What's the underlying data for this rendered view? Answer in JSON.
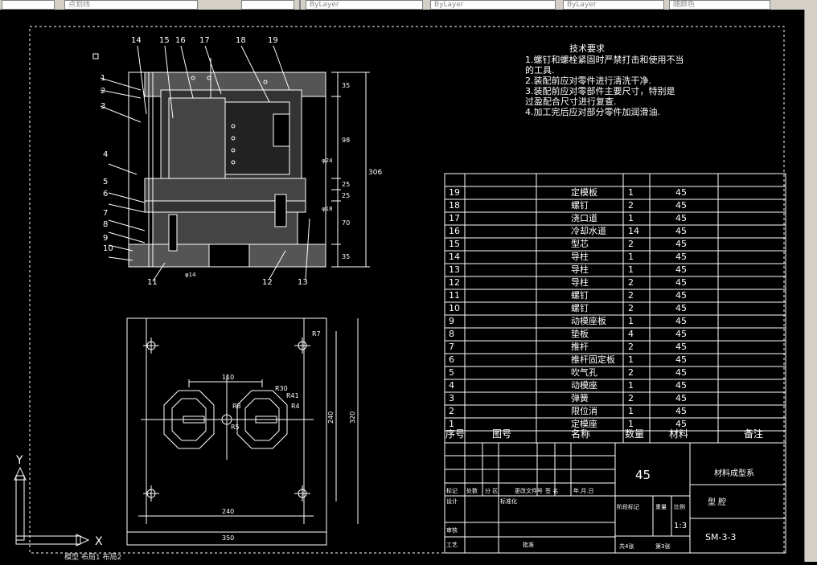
{
  "toolbar": {
    "linetype_label": "点划线",
    "layer1": "ByLayer",
    "layer2": "ByLayer",
    "layer3": "ByLayer",
    "plotstyle": "随颜色"
  },
  "tech_requirements": {
    "title": "技术要求",
    "lines": [
      "1.螺钉和螺栓紧固时严禁打击和使用不当",
      "的工具.",
      "2.装配前应对零件进行清洗干净.",
      "3.装配前应对零部件主要尺寸，特别是",
      "过盈配合尺寸进行复查.",
      "4.加工完后应对部分零件加润滑油."
    ]
  },
  "bom": {
    "rows": [
      {
        "no": "19",
        "name": "定模板",
        "qty": "1",
        "mat": "45"
      },
      {
        "no": "18",
        "name": "螺钉",
        "qty": "2",
        "mat": "45"
      },
      {
        "no": "17",
        "name": "浇口道",
        "qty": "1",
        "mat": "45"
      },
      {
        "no": "16",
        "name": "冷却水道",
        "qty": "14",
        "mat": "45"
      },
      {
        "no": "15",
        "name": "型芯",
        "qty": "2",
        "mat": "45"
      },
      {
        "no": "14",
        "name": "导柱",
        "qty": "1",
        "mat": "45"
      },
      {
        "no": "13",
        "name": "导柱",
        "qty": "1",
        "mat": "45"
      },
      {
        "no": "12",
        "name": "导柱",
        "qty": "2",
        "mat": "45"
      },
      {
        "no": "11",
        "name": "螺钉",
        "qty": "2",
        "mat": "45"
      },
      {
        "no": "10",
        "name": "螺钉",
        "qty": "2",
        "mat": "45"
      },
      {
        "no": "9",
        "name": "动模座板",
        "qty": "1",
        "mat": "45"
      },
      {
        "no": "8",
        "name": "垫板",
        "qty": "4",
        "mat": "45"
      },
      {
        "no": "7",
        "name": "推杆",
        "qty": "2",
        "mat": "45"
      },
      {
        "no": "6",
        "name": "推杆固定板",
        "qty": "1",
        "mat": "45"
      },
      {
        "no": "5",
        "name": "吹气孔",
        "qty": "2",
        "mat": "45"
      },
      {
        "no": "4",
        "name": "动模座",
        "qty": "1",
        "mat": "45"
      },
      {
        "no": "3",
        "name": "弹簧",
        "qty": "2",
        "mat": "45"
      },
      {
        "no": "2",
        "name": "限位消",
        "qty": "1",
        "mat": "45"
      },
      {
        "no": "1",
        "name": "定模座",
        "qty": "1",
        "mat": "45"
      }
    ],
    "header": {
      "no": "序号",
      "code": "图号",
      "name": "名称",
      "qty": "数量",
      "mat": "材料",
      "note": "备注"
    }
  },
  "title_block": {
    "material": "45",
    "company": "材料成型系",
    "drawing_type": "型    腔",
    "drawing_no": "SM-3-3",
    "scale": "1:3",
    "labels": {
      "mark": "标记",
      "count": "处数",
      "zone": "分  区",
      "doc": "更改文件号",
      "sign": "签  名",
      "date": "年.月.日",
      "design": "设计",
      "std": "标准化",
      "phase": "阶段标记",
      "weight": "重量",
      "scale": "比例",
      "review": "审核",
      "process": "工艺",
      "approve": "批准",
      "sheets": "共4张",
      "sheet": "第3张"
    }
  },
  "section_view": {
    "callouts_top": [
      "14",
      "15",
      "16",
      "17",
      "18",
      "19"
    ],
    "callouts_left": [
      "1",
      "2",
      "3",
      "4",
      "5",
      "6",
      "7",
      "8",
      "9",
      "10"
    ],
    "callouts_bottom": [
      "11",
      "12",
      "13"
    ],
    "dims_right": [
      "35",
      "98",
      "25",
      "25",
      "70",
      "35"
    ],
    "dim_total": "306",
    "dim_marks": [
      "φ24",
      "φ18",
      "φ14"
    ]
  },
  "plan_view": {
    "dim_top": "110",
    "radii": [
      "R7",
      "R30",
      "R41",
      "R4",
      "R8",
      "R5"
    ],
    "dim_inner_height": "240",
    "dim_outer_height": "320",
    "dim_inner_width": "240",
    "dim_outer_width": "350"
  },
  "ucs": {
    "x": "X",
    "y": "Y"
  },
  "bottom_tabs": "模型 布局1 布局2"
}
